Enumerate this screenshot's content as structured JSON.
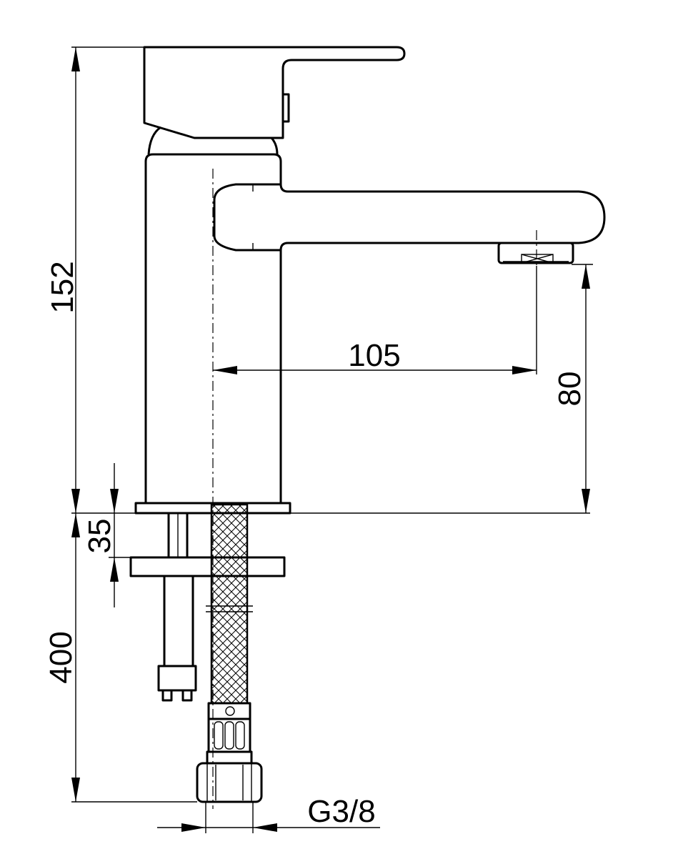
{
  "drawing": {
    "colors": {
      "line": "#000000",
      "background": "#ffffff"
    },
    "dimensions": {
      "total_height": "152",
      "spout_reach": "105",
      "spout_height": "80",
      "mounting_depth": "35",
      "hose_length": "400",
      "thread": "G3/8"
    }
  }
}
